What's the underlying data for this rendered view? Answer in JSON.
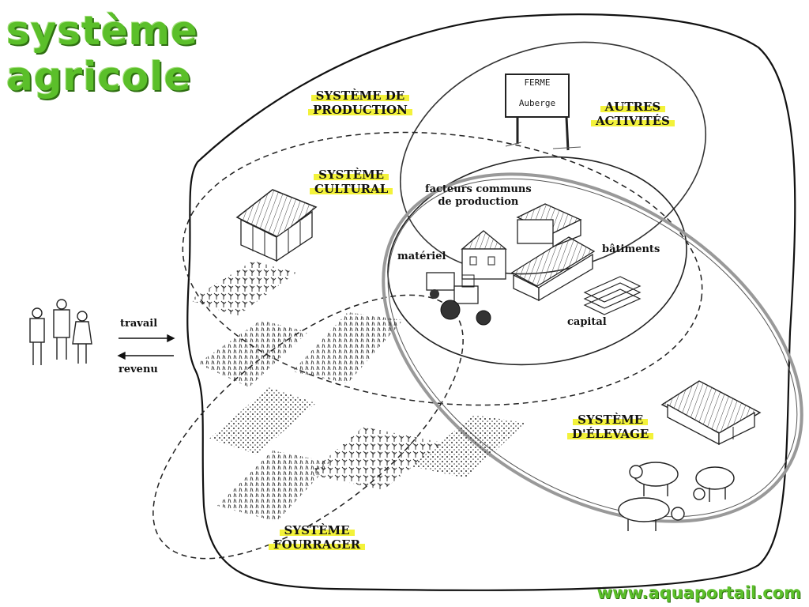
{
  "title": {
    "line1": "système",
    "line2": "agricole"
  },
  "labels": {
    "production": [
      "SYSTÈME DE",
      "PRODUCTION"
    ],
    "autres": [
      "AUTRES",
      "ACTIVITÉS"
    ],
    "cultural": [
      "SYSTÈME",
      "CULTURAL"
    ],
    "elevage": [
      "SYSTÈME",
      "D'ÉLEVAGE"
    ],
    "fourrager": [
      "SYSTÈME",
      "FOURRAGER"
    ]
  },
  "factors": {
    "heading": [
      "facteurs communs",
      "de production"
    ],
    "materiel": "matériel",
    "batiments": "bâtiments",
    "capital": "capital"
  },
  "flows": {
    "travail": "travail",
    "revenu": "revenu"
  },
  "sign": {
    "line1": "FERME",
    "line2": "Auberge"
  },
  "footer": "www.aquaportail.com",
  "colors": {
    "title_green": "#5bbf2a",
    "highlight": "#f3f23a"
  }
}
